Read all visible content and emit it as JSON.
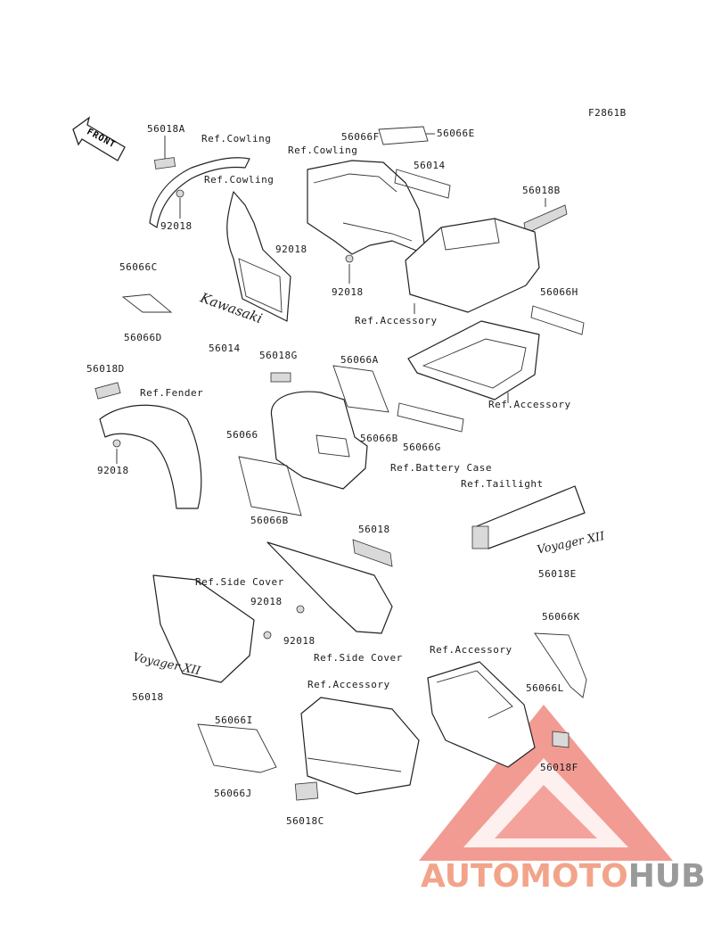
{
  "figure_code": "F2861B",
  "front_arrow_label": "FRONT",
  "watermark": {
    "part1": "AUTO",
    "part2": "MOTO",
    "part3": "HUB",
    "color_primary": "#f2a48a",
    "color_secondary": "#9a9a9a"
  },
  "labels": {
    "l_56018A": "56018A",
    "l_ref_cowling_1": "Ref.Cowling",
    "l_ref_cowling_2": "Ref.Cowling",
    "l_ref_cowling_3": "Ref.Cowling",
    "l_56066F": "56066F",
    "l_56066E": "56066E",
    "l_56014_top": "56014",
    "l_56018B": "56018B",
    "l_92018_a": "92018",
    "l_92018_b": "92018",
    "l_92018_c": "92018",
    "l_56066C": "56066C",
    "l_56066D": "56066D",
    "l_56014_mid": "56014",
    "l_ref_accessory_1": "Ref.Accessory",
    "l_56066H": "56066H",
    "l_56018D": "56018D",
    "l_ref_fender": "Ref.Fender",
    "l_56018G": "56018G",
    "l_56066A": "56066A",
    "l_ref_accessory_2": "Ref.Accessory",
    "l_92018_d": "92018",
    "l_56066": "56066",
    "l_56066B_a": "56066B",
    "l_56066G": "56066G",
    "l_ref_battery": "Ref.Battery Case",
    "l_56066B_b": "56066B",
    "l_ref_taillight": "Ref.Taillight",
    "l_56018_a": "56018",
    "l_56018E": "56018E",
    "l_ref_side_cover_1": "Ref.Side Cover",
    "l_92018_e": "92018",
    "l_92018_f": "92018",
    "l_ref_side_cover_2": "Ref.Side Cover",
    "l_56066K": "56066K",
    "l_ref_accessory_3": "Ref.Accessory",
    "l_56066L": "56066L",
    "l_56018_b": "56018",
    "l_ref_accessory_4": "Ref.Accessory",
    "l_56066I": "56066I",
    "l_56018F": "56018F",
    "l_56066J": "56066J",
    "l_56018C": "56018C"
  }
}
